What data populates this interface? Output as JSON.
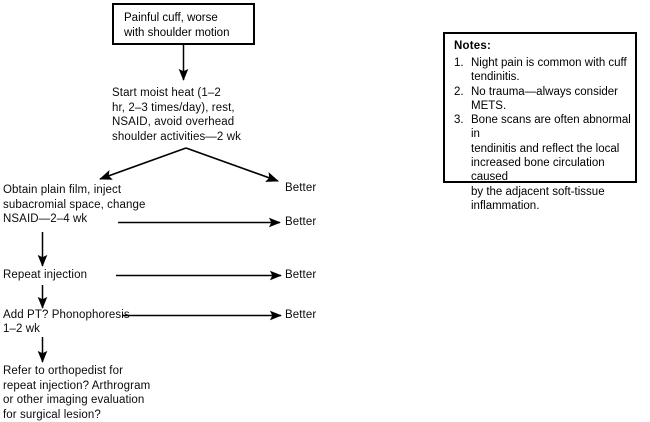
{
  "page": {
    "title": "Painful cuff clinical management flowchart",
    "background_color": "#ffffff",
    "line_color": "#000000"
  },
  "flowchart": {
    "start_box": {
      "label": "Painful cuff, worse\nwith shoulder motion"
    },
    "steps": [
      {
        "id": "moist-heat",
        "label": "Start moist heat (1–2\nhr, 2–3 times/day), rest,\nNSAID, avoid overhead\nshoulder activities—2 wk"
      },
      {
        "id": "plain-film",
        "label": "Obtain plain film, inject\nsubacromial space, change\nNSAID—2–4 wk"
      },
      {
        "id": "repeat-injection",
        "label": "Repeat injection"
      },
      {
        "id": "phonophoresis",
        "label": "Add PT? Phonophoresis"
      },
      {
        "id": "phonophoresis-duration",
        "label": "1–2 wk"
      },
      {
        "id": "refer-orthopedist",
        "label": "Refer to orthopedist for\nrepeat injection? Arthrogram\nor other imaging evaluation\nfor surgical lesion?"
      }
    ],
    "outcomes": [
      {
        "id": "better-1",
        "label": "Better"
      },
      {
        "id": "better-2",
        "label": "Better"
      },
      {
        "id": "better-3",
        "label": "Better"
      },
      {
        "id": "better-4",
        "label": "Better"
      }
    ]
  },
  "notes": {
    "title": "Notes:",
    "items": [
      {
        "number": "1.",
        "text": "Night pain is common with cuff\ntendinitis."
      },
      {
        "number": "2.",
        "text": "No trauma—always consider\nMETS."
      },
      {
        "number": "3.",
        "text": "Bone scans are often abnormal in\ntendinitis and reflect the local\nincreased bone circulation caused\nby the adjacent soft-tissue\ninflammation."
      }
    ]
  }
}
